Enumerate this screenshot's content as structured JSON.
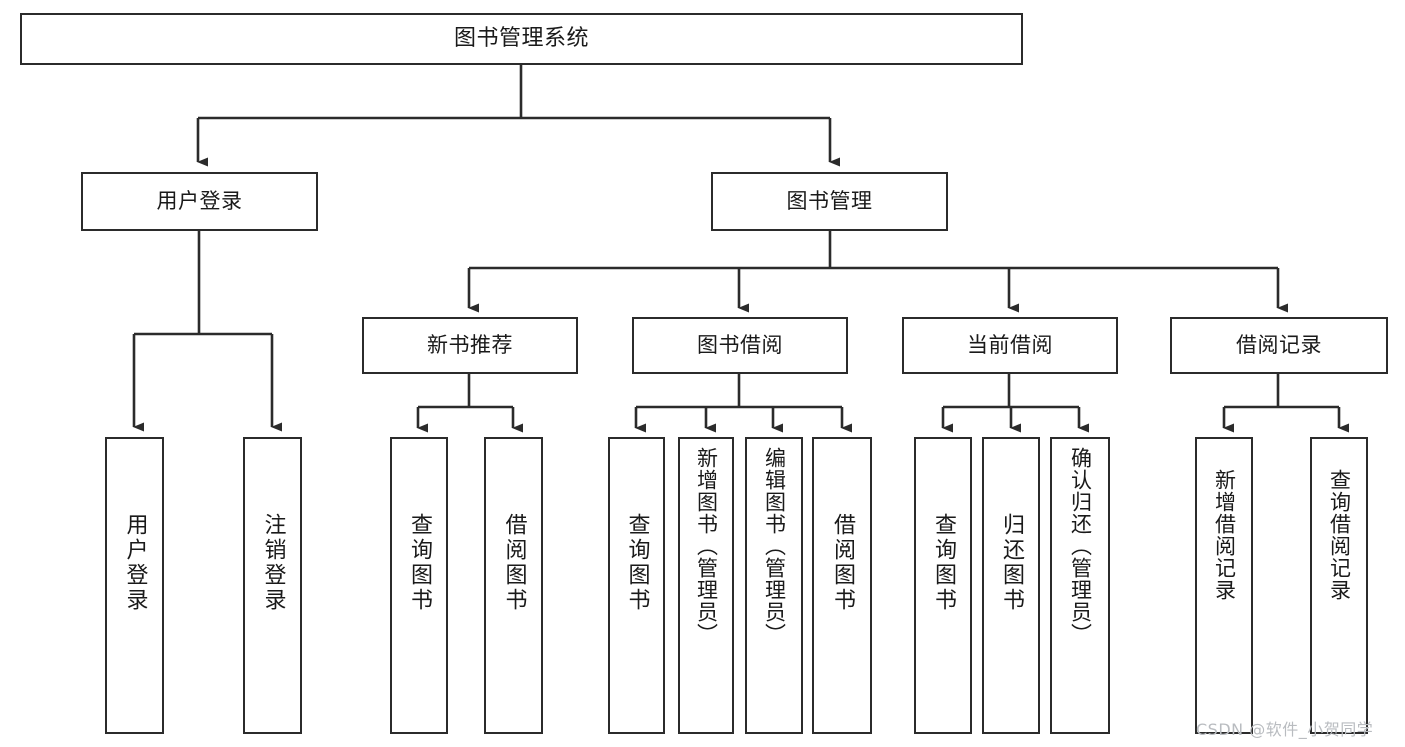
{
  "diagram": {
    "title": "图书管理系统",
    "type": "tree-hierarchy-chart",
    "stroke_color": "#2b2b2b",
    "fill_color": "#ffffff",
    "text_color": "#1a1a1a",
    "nodes": {
      "root": {
        "label": "图书管理系统"
      },
      "level2": [
        {
          "id": "user-login",
          "label": "用户登录"
        },
        {
          "id": "book-manage",
          "label": "图书管理"
        }
      ],
      "level3": [
        {
          "id": "new-book-rec",
          "label": "新书推荐"
        },
        {
          "id": "book-borrow",
          "label": "图书借阅"
        },
        {
          "id": "current-borrow",
          "label": "当前借阅"
        },
        {
          "id": "borrow-record",
          "label": "借阅记录"
        }
      ],
      "leaves": {
        "user_login": [
          {
            "id": "leaf-user-login",
            "label": "用户登录"
          },
          {
            "id": "leaf-logout",
            "label": "注销登录"
          }
        ],
        "new_book_rec": [
          {
            "id": "leaf-query-book-1",
            "label": "查询图书"
          },
          {
            "id": "leaf-borrow-book-1",
            "label": "借阅图书"
          }
        ],
        "book_borrow": [
          {
            "id": "leaf-query-book-2",
            "label": "查询图书"
          },
          {
            "id": "leaf-add-book",
            "label": "新增图书（管理员）"
          },
          {
            "id": "leaf-edit-book",
            "label": "编辑图书（管理员）"
          },
          {
            "id": "leaf-borrow-book-2",
            "label": "借阅图书"
          }
        ],
        "current_borrow": [
          {
            "id": "leaf-query-book-3",
            "label": "查询图书"
          },
          {
            "id": "leaf-return-book",
            "label": "归还图书"
          },
          {
            "id": "leaf-confirm-return",
            "label": "确认归还（管理员）"
          }
        ],
        "borrow_record": [
          {
            "id": "leaf-add-record",
            "label": "新增借阅记录"
          },
          {
            "id": "leaf-query-record",
            "label": "查询借阅记录"
          }
        ]
      }
    }
  },
  "watermark": {
    "text": "CSDN @软件_小贺同学"
  }
}
